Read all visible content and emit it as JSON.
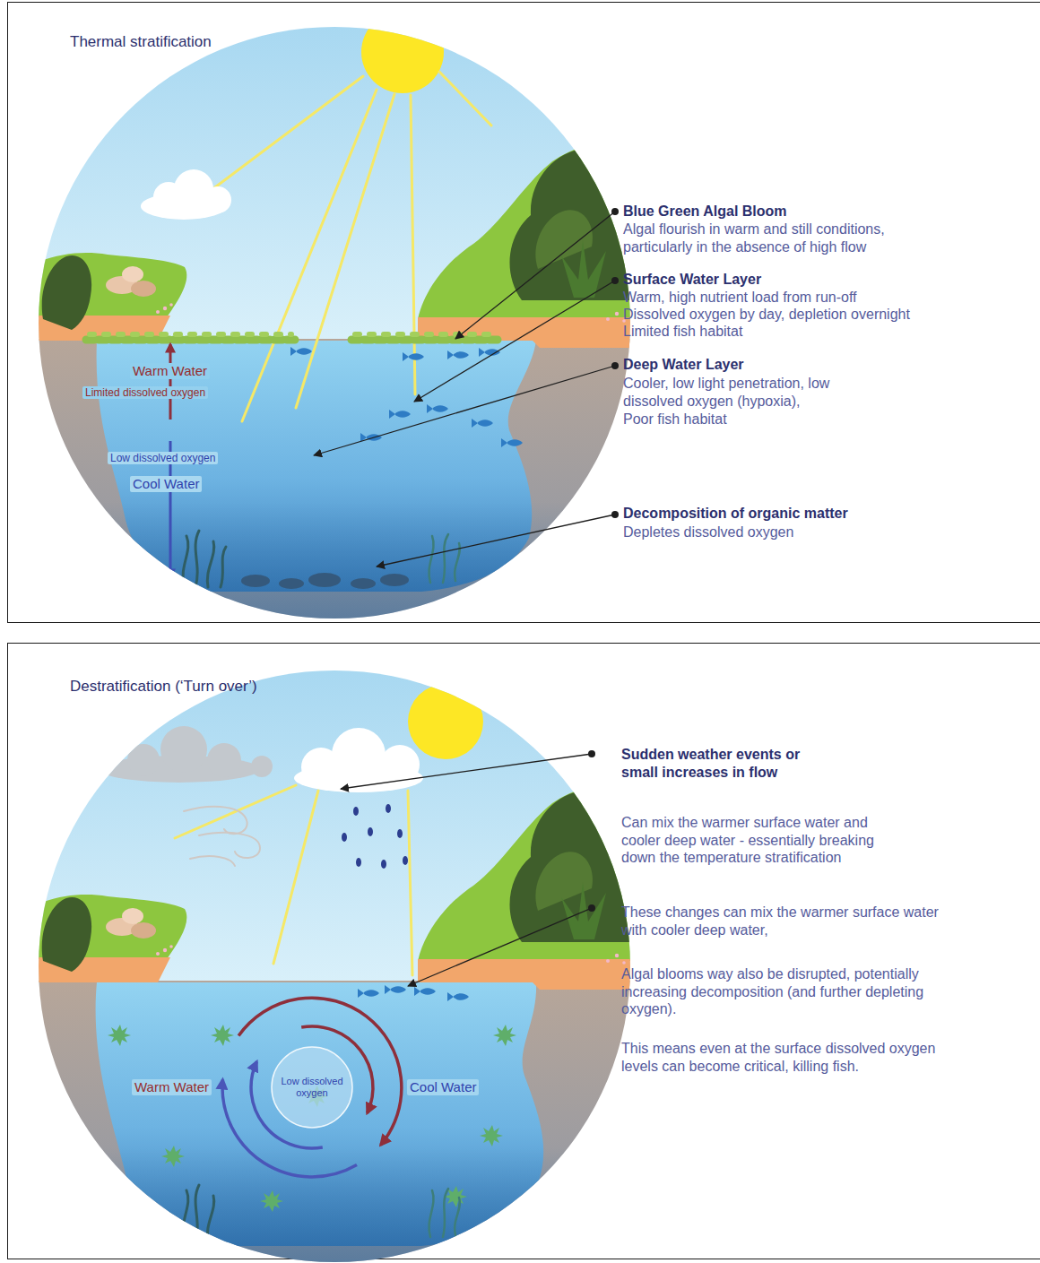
{
  "diagram": {
    "nodes": [
      {
        "text": [
          "Thermal stratification"
        ]
      },
      {
        "text": [
          "Warm Water",
          "Limited dissolved oxygen",
          "Low dissolved oxygen",
          "Cool Water"
        ],
        "in": 0
      },
      {
        "text": [
          "Destratification (‘Turn over’)"
        ]
      },
      {
        "text": [
          "Warm Water",
          "Cool Water"
        ],
        "in": 2
      },
      {
        "text": [
          "Low dissolved oxygen"
        ],
        "in": 3
      }
    ],
    "labels": [
      "Blue Green Algal Bloom",
      "Algal flourish in warm and still conditions, particularly in the absence of high flow",
      "Surface Water Layer",
      "Warm, high nutrient load from run-off",
      "Dissolved oxygen by day, depletion overnight",
      "Limited fish habitat",
      "Deep Water Layer",
      "Cooler, low light penetration, low dissolved oxygen (hypoxia),",
      "Poor fish habitat",
      "Decomposition of organic matter",
      "Depletes dissolved oxygen",
      "Sudden weather events or small increases in flow",
      "Can mix the warmer surface water and cooler deep water - essentially breaking down the temperature stratification",
      "These changes can mix the warmer surface water with cooler deep water,",
      "Algal blooms way also be disrupted, potentially increasing decomposition (and further depleting oxygen).",
      "This means even at the surface dissolved oxygen levels can become critical, killing fish."
    ]
  }
}
